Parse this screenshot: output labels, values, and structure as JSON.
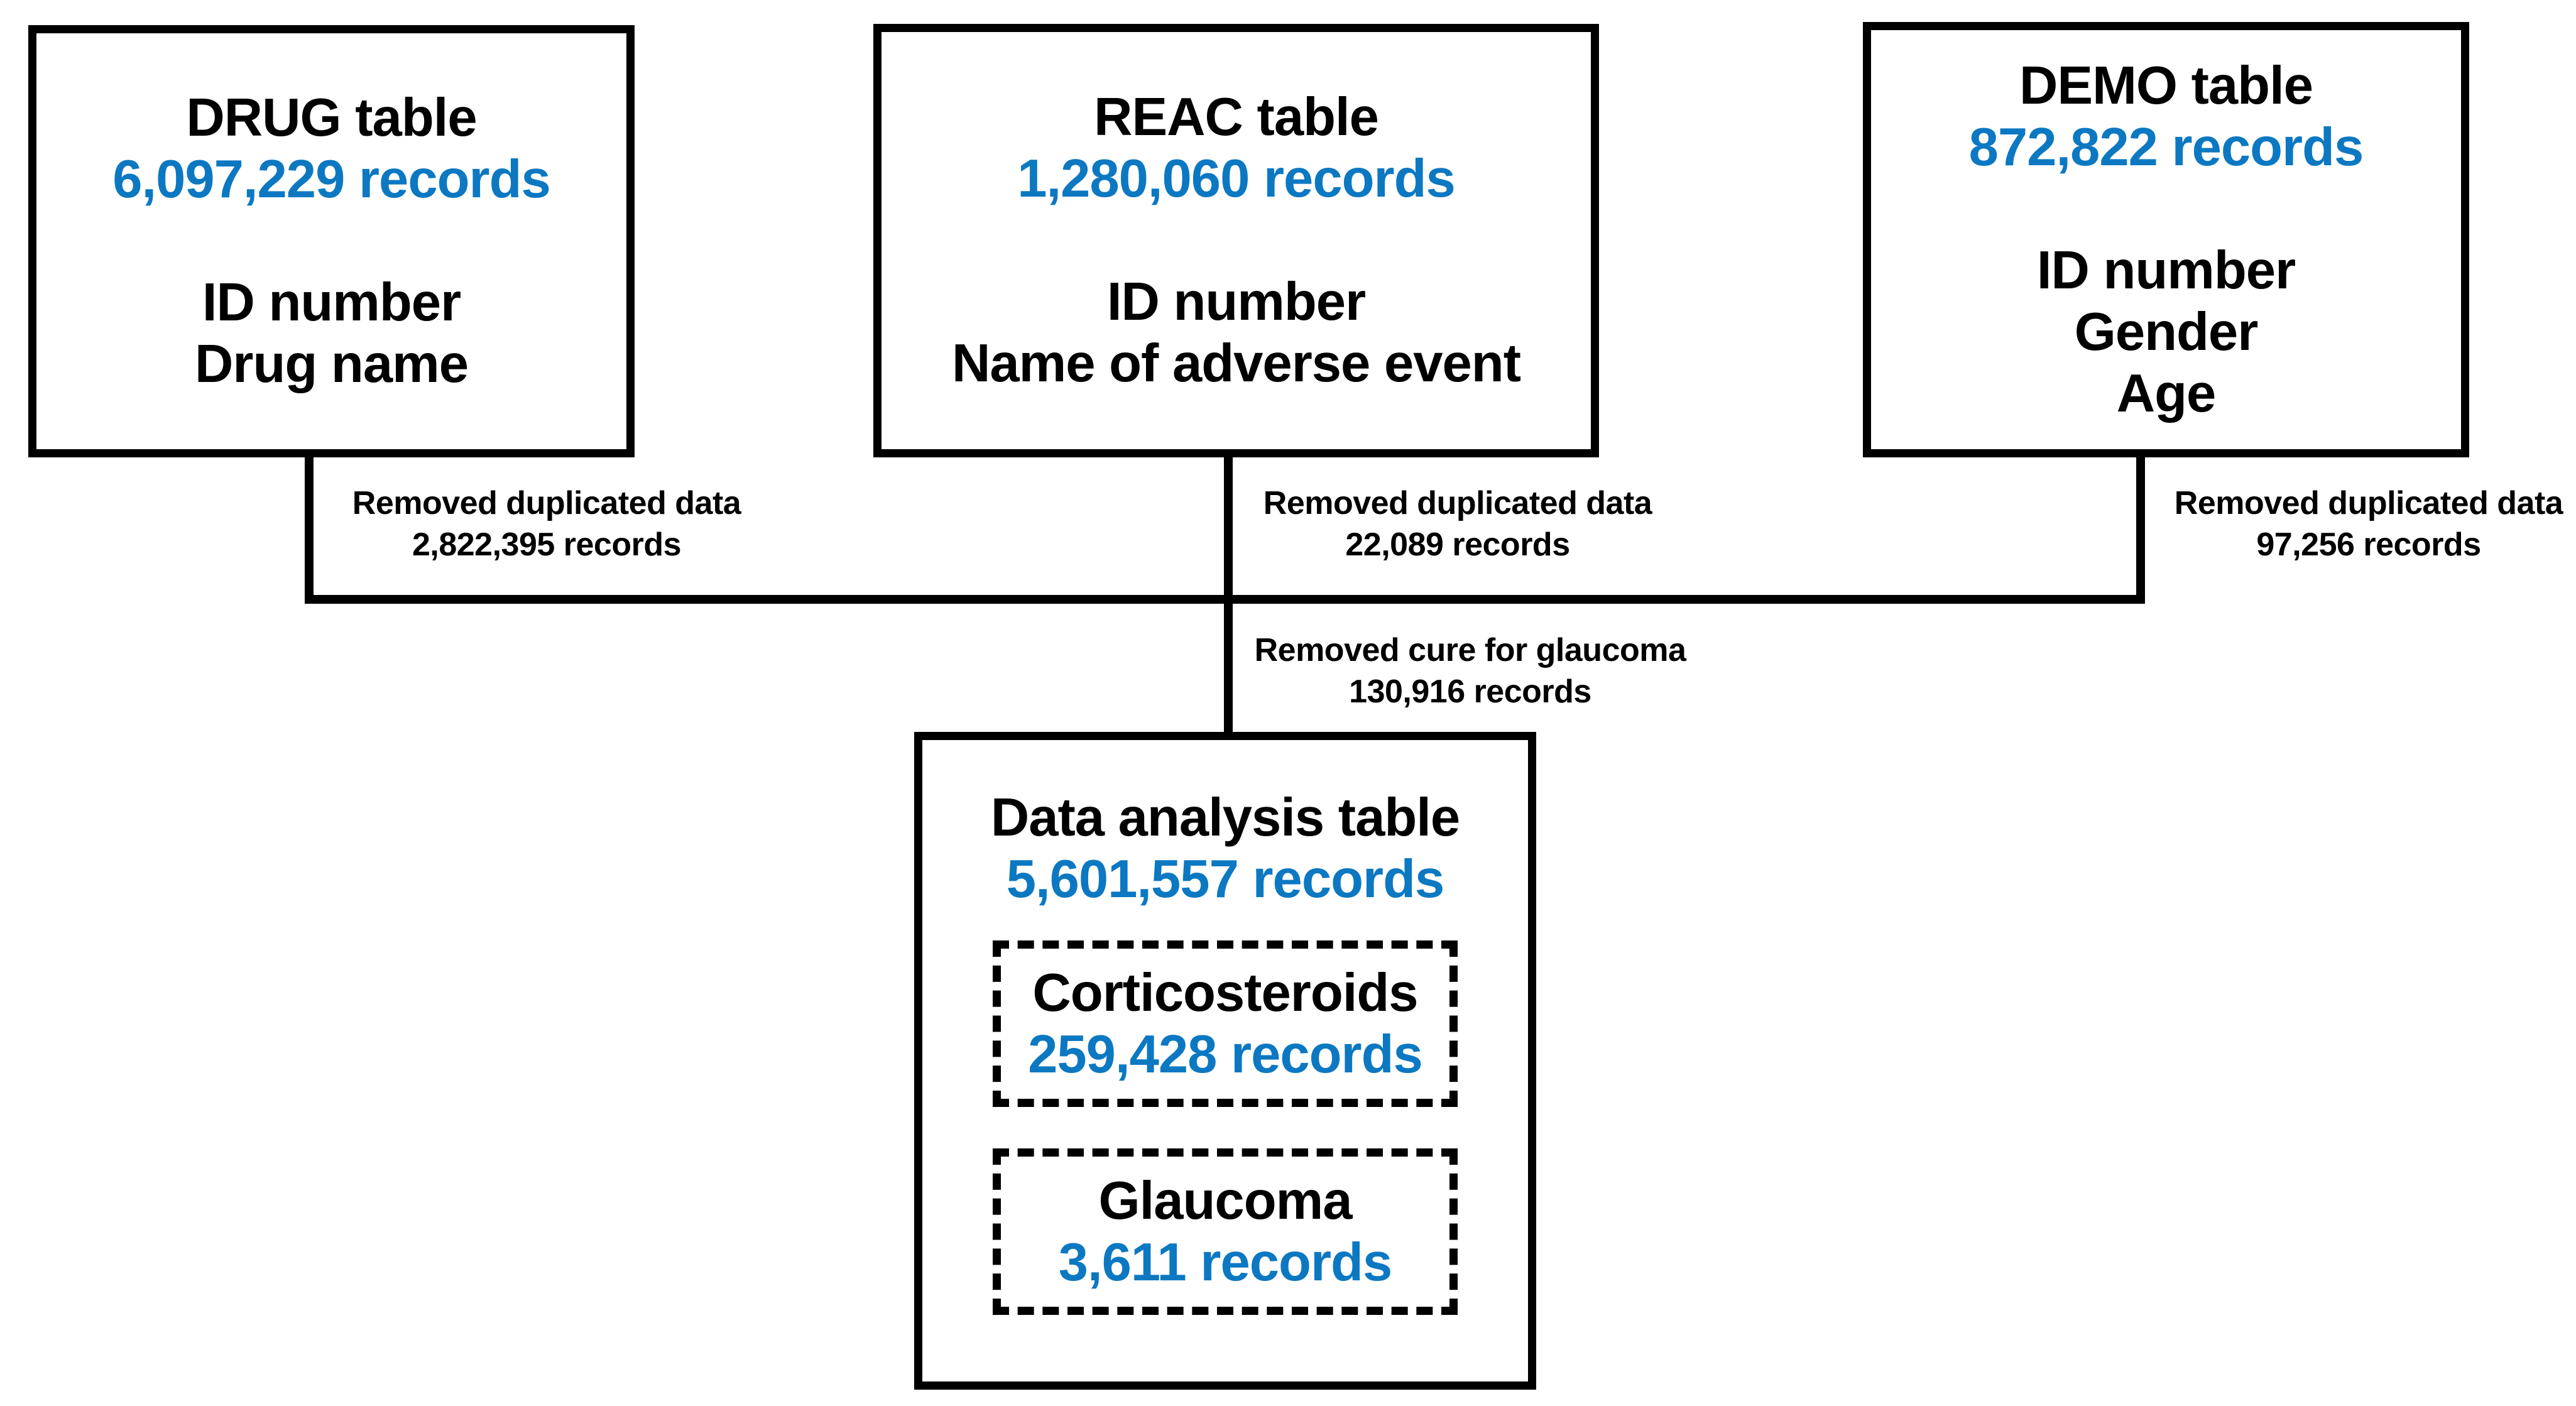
{
  "diagram": {
    "background": "#ffffff",
    "colors": {
      "text": "#000000",
      "accent_blue": "#0c78c2",
      "line": "#000000"
    },
    "source_tables": [
      {
        "title": "DRUG table",
        "records": "6,097,229 records",
        "fields": [
          "ID number",
          "Drug name"
        ],
        "removal": {
          "line1": "Removed duplicated data",
          "line2": "2,822,395 records"
        }
      },
      {
        "title": "REAC table",
        "records": "1,280,060 records",
        "fields": [
          "ID number",
          "Name of adverse event"
        ],
        "removal": {
          "line1": "Removed duplicated data",
          "line2": "22,089 records"
        }
      },
      {
        "title": "DEMO table",
        "records": "872,822 records",
        "fields": [
          "ID number",
          "Gender",
          "Age"
        ],
        "removal": {
          "line1": "Removed duplicated data",
          "line2": "97,256 records"
        }
      }
    ],
    "merge_removal": {
      "line1": "Removed cure for glaucoma",
      "line2": "130,916 records"
    },
    "result_table": {
      "title": "Data analysis table",
      "records": "5,601,557 records",
      "subsets": [
        {
          "title": "Corticosteroids",
          "records": "259,428 records"
        },
        {
          "title": "Glaucoma",
          "records": "3,611 records"
        }
      ]
    }
  }
}
